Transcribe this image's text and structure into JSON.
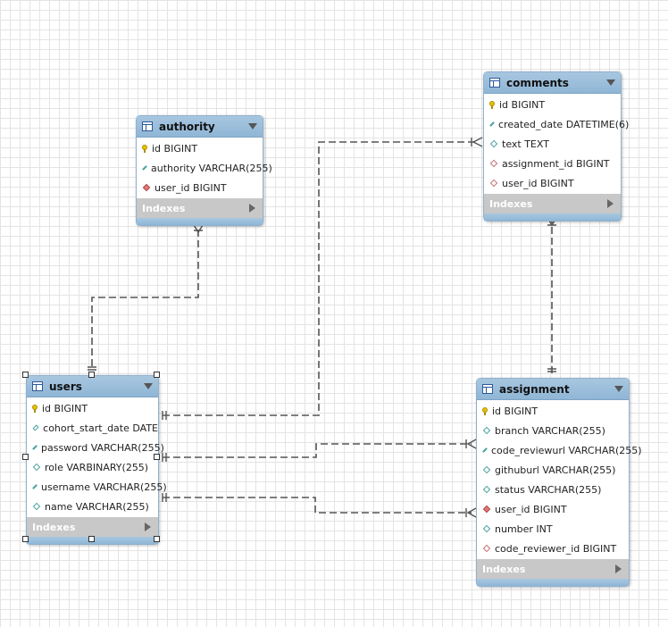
{
  "diagram": {
    "entities": [
      {
        "key": "authority",
        "title": "authority",
        "columns": [
          {
            "label": "id BIGINT",
            "kind": "primary-key"
          },
          {
            "label": "authority VARCHAR(255)",
            "kind": "column"
          },
          {
            "label": "user_id BIGINT",
            "kind": "foreign-key"
          }
        ],
        "indexes_label": "Indexes"
      },
      {
        "key": "comments",
        "title": "comments",
        "columns": [
          {
            "label": "id BIGINT",
            "kind": "primary-key"
          },
          {
            "label": "created_date DATETIME(6)",
            "kind": "column"
          },
          {
            "label": "text TEXT",
            "kind": "column"
          },
          {
            "label": "assignment_id BIGINT",
            "kind": "foreign-key-open"
          },
          {
            "label": "user_id BIGINT",
            "kind": "foreign-key-open"
          }
        ],
        "indexes_label": "Indexes"
      },
      {
        "key": "users",
        "title": "users",
        "columns": [
          {
            "label": "id BIGINT",
            "kind": "primary-key"
          },
          {
            "label": "cohort_start_date DATE",
            "kind": "column"
          },
          {
            "label": "password VARCHAR(255)",
            "kind": "column"
          },
          {
            "label": "role VARBINARY(255)",
            "kind": "column"
          },
          {
            "label": "username VARCHAR(255)",
            "kind": "column"
          },
          {
            "label": "name VARCHAR(255)",
            "kind": "column"
          }
        ],
        "indexes_label": "Indexes"
      },
      {
        "key": "assignment",
        "title": "assignment",
        "columns": [
          {
            "label": "id BIGINT",
            "kind": "primary-key"
          },
          {
            "label": "branch VARCHAR(255)",
            "kind": "column"
          },
          {
            "label": "code_reviewurl VARCHAR(255)",
            "kind": "column"
          },
          {
            "label": "githuburl VARCHAR(255)",
            "kind": "column"
          },
          {
            "label": "status VARCHAR(255)",
            "kind": "column"
          },
          {
            "label": "user_id BIGINT",
            "kind": "foreign-key"
          },
          {
            "label": "number INT",
            "kind": "column"
          },
          {
            "label": "code_reviewer_id BIGINT",
            "kind": "foreign-key-open"
          }
        ],
        "indexes_label": "Indexes"
      }
    ],
    "relationships": [
      {
        "from": "users",
        "to": "authority"
      },
      {
        "from": "users",
        "to": "comments"
      },
      {
        "from": "assignment",
        "to": "comments"
      },
      {
        "from": "users",
        "to": "assignment",
        "via": "user_id"
      },
      {
        "from": "users",
        "to": "assignment",
        "via": "code_reviewer_id"
      }
    ],
    "colors": {
      "header": "#9dbfdc",
      "indexes_bar": "#c8c8c8",
      "connector": "#555555"
    }
  }
}
